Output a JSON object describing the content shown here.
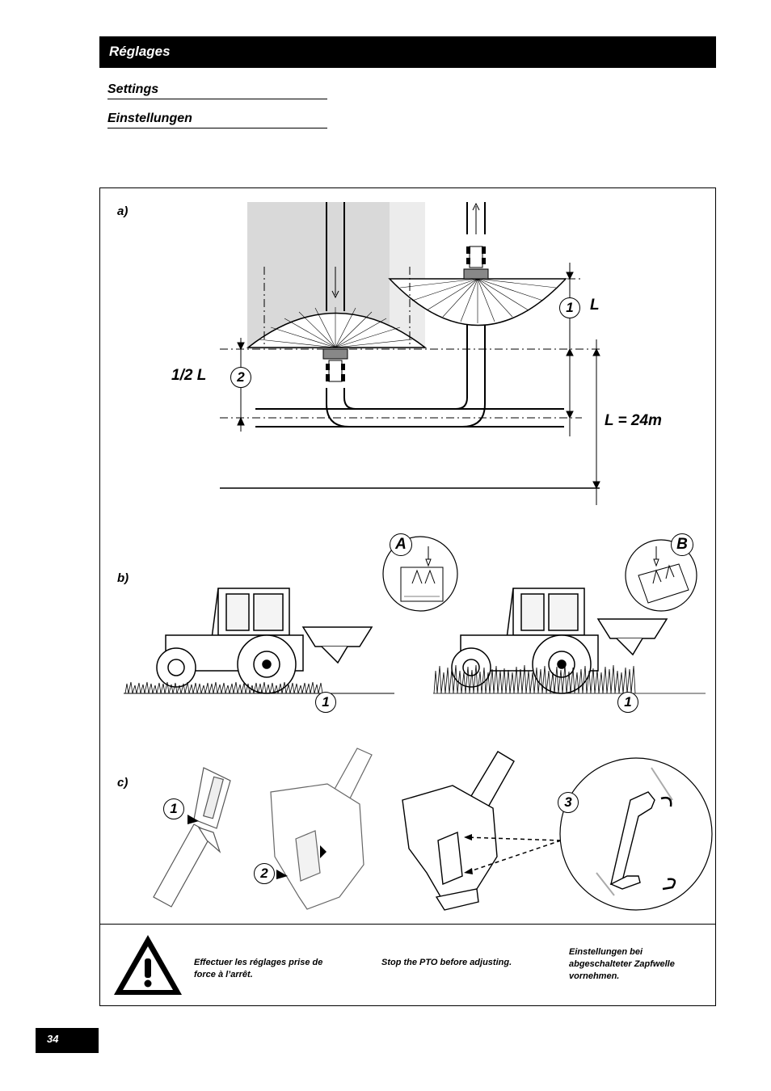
{
  "header": {
    "title": "Réglages"
  },
  "subtitles": {
    "en": "Settings",
    "de": "Einstellungen"
  },
  "section_a": {
    "label": "a)",
    "callout_1": "1",
    "callout_2": "2",
    "label_L": "L",
    "label_half_L": "1/2 L",
    "label_L24": "L = 24m"
  },
  "section_b": {
    "label": "b)",
    "callout_A": "A",
    "callout_B": "B",
    "callout_1_left": "1",
    "callout_1_right": "1"
  },
  "section_c": {
    "label": "c)",
    "callout_1": "1",
    "callout_2": "2",
    "callout_3": "3"
  },
  "warning": {
    "icon": "warning-triangle-icon",
    "fr": "Effectuer les réglages prise de force à l’arrêt.",
    "en": "Stop the PTO before adjusting.",
    "de": "Einstellungen bei abgeschalteter Zapfwelle vornehmen."
  },
  "page": {
    "number": "34"
  }
}
